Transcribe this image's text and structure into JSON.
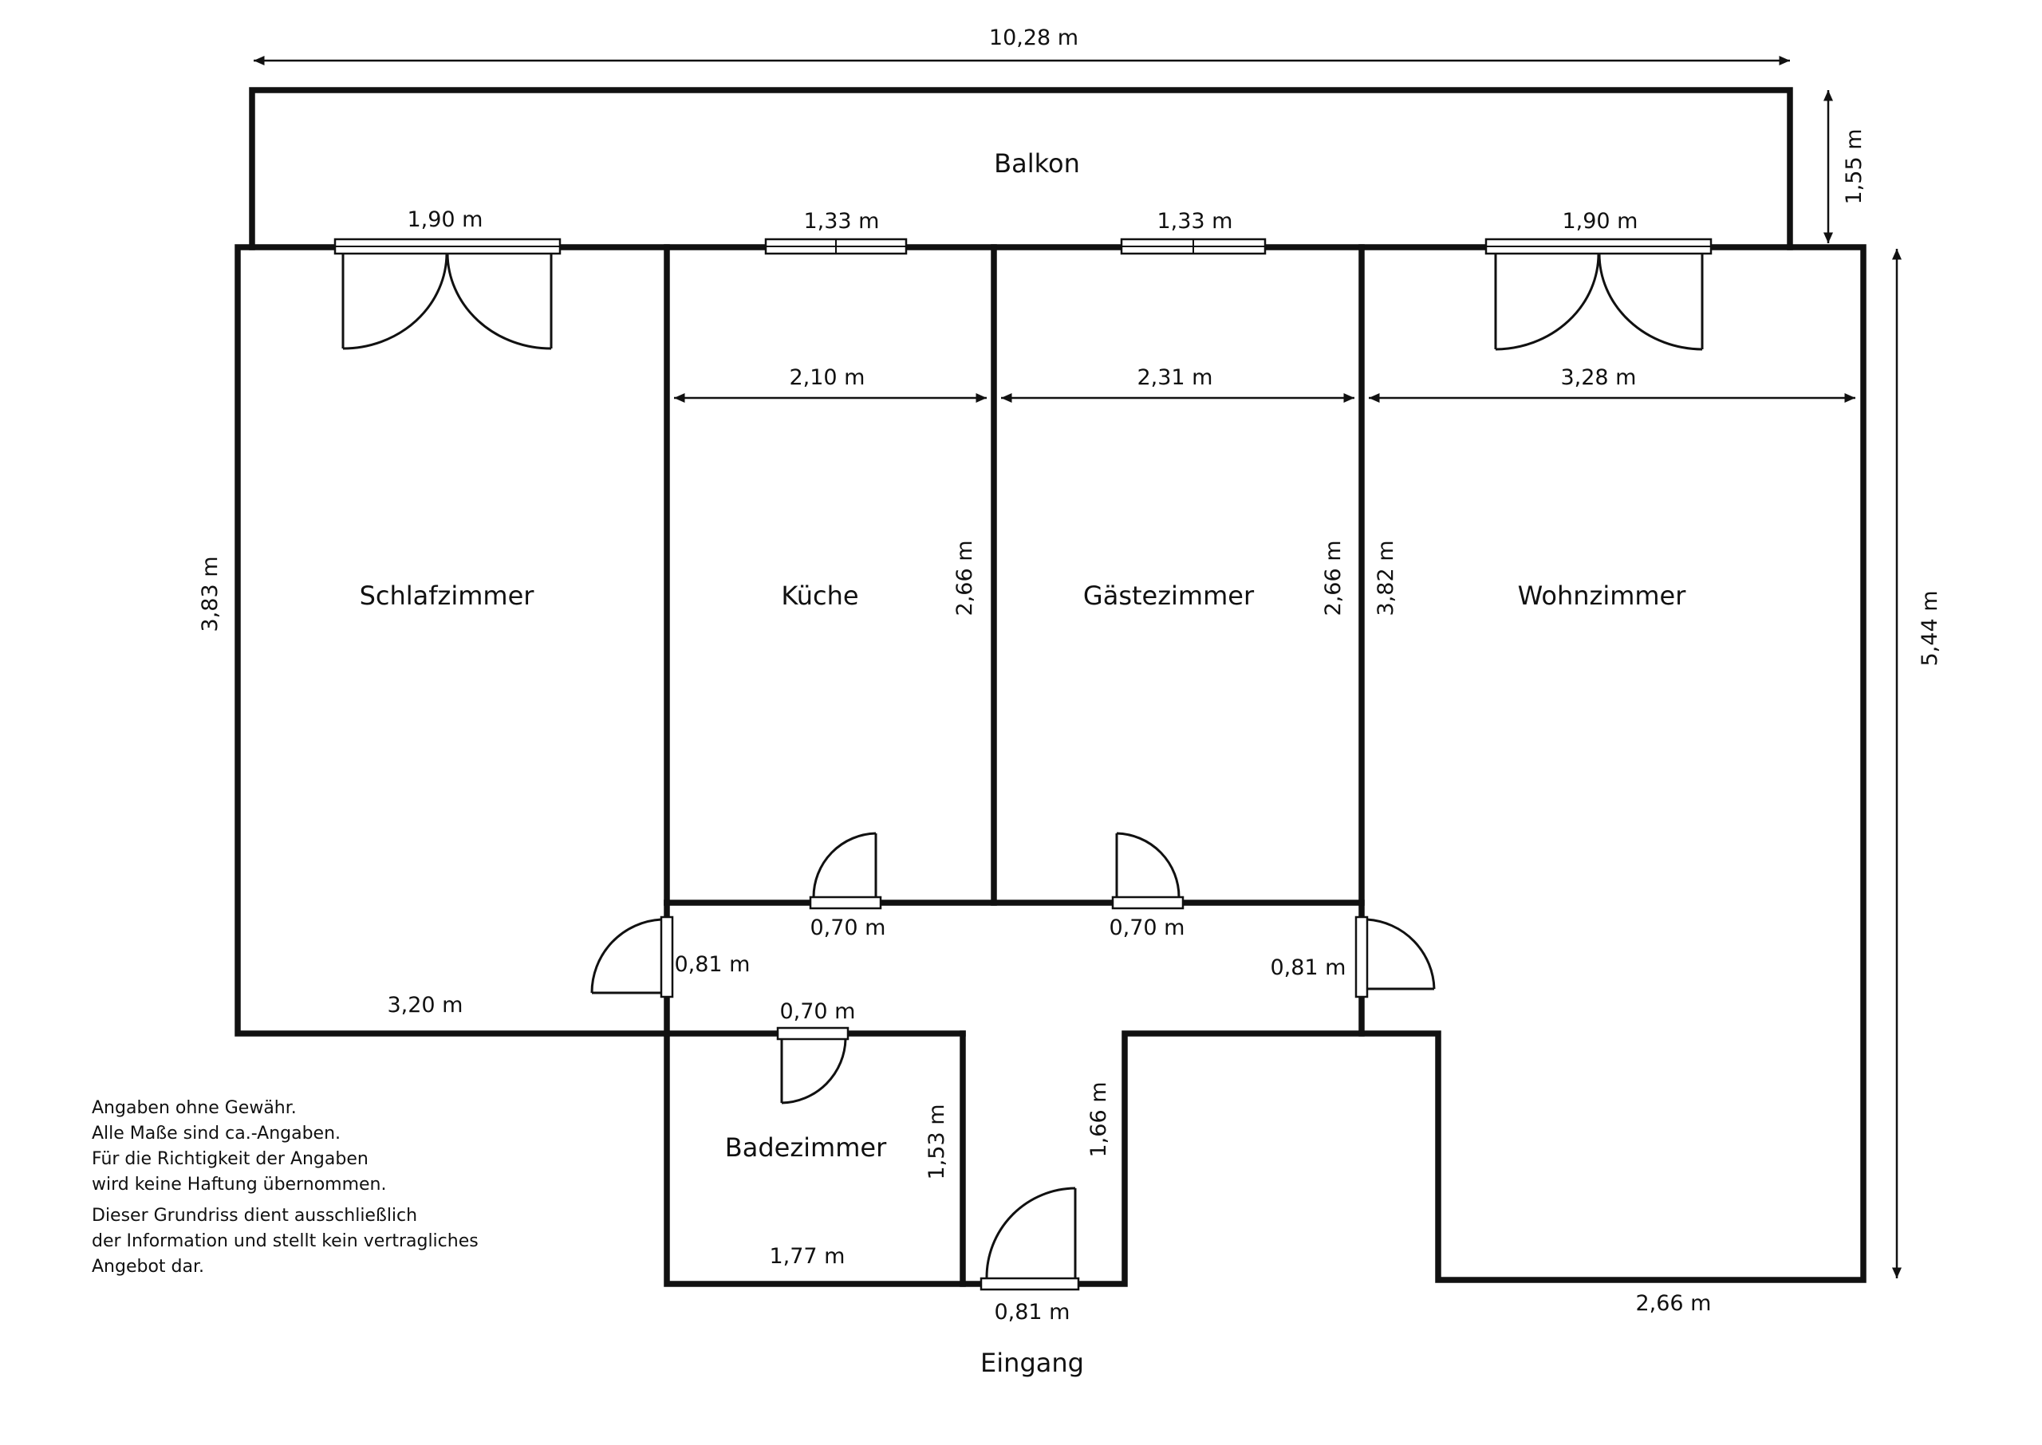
{
  "rooms": {
    "balkon": "Balkon",
    "schlafzimmer": "Schlafzimmer",
    "kueche": "Küche",
    "gaestezimmer": "Gästezimmer",
    "wohnzimmer": "Wohnzimmer",
    "badezimmer": "Badezimmer",
    "eingang": "Eingang"
  },
  "dimensions": {
    "total_width": "10,28 m",
    "balkon_depth": "1,55 m",
    "total_depth": "5,44 m",
    "window_schlaf": "1,90 m",
    "window_kueche": "1,33 m",
    "window_gaeste": "1,33 m",
    "window_wohn": "1,90 m",
    "kueche_width": "2,10 m",
    "gaeste_width": "2,31 m",
    "wohn_width": "3,28 m",
    "schlaf_depth": "3,83 m",
    "kueche_depth": "2,66 m",
    "gaeste_depth": "2,66 m",
    "wohn_depth": "3,82 m",
    "door_kueche": "0,70 m",
    "door_gaeste": "0,70 m",
    "door_schlaf": "0,81 m",
    "door_wohn": "0,81 m",
    "schlaf_width": "3,20 m",
    "door_bad": "0,70 m",
    "bad_depth": "1,53 m",
    "bad_width": "1,77 m",
    "flur_depth": "1,66 m",
    "door_eingang": "0,81 m",
    "wohn_bottom_width": "2,66 m"
  },
  "disclaimer": [
    "Angaben ohne Gewähr.",
    "Alle Maße sind ca.-Angaben.",
    "Für die Richtigkeit der Angaben",
    "wird keine Haftung übernommen.",
    "Dieser Grundriss dient ausschließlich",
    "der Information und stellt kein vertragliches",
    "Angebot dar."
  ]
}
